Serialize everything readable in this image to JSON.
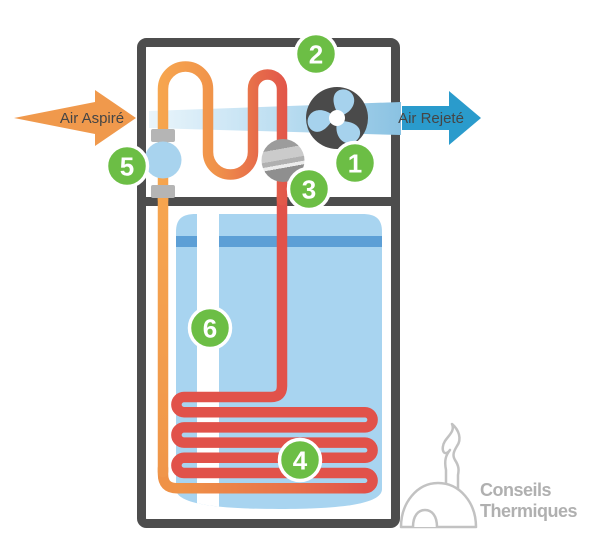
{
  "diagram": {
    "title_hidden": "",
    "air_in_label": "Air Aspiré",
    "air_out_label": "Air Rejeté",
    "badges": [
      {
        "number": "1"
      },
      {
        "number": "2"
      },
      {
        "number": "3"
      },
      {
        "number": "4"
      },
      {
        "number": "5"
      },
      {
        "number": "6"
      }
    ],
    "logo": {
      "line1": "Conseils",
      "line2": "Thermiques"
    },
    "colors": {
      "frame_gray": "#4d4d4d",
      "badge_green": "#6cbe45",
      "pipe_orange": "#f6a54f",
      "pipe_red": "#e1524a",
      "arrow_orange": "#f0994c",
      "arrow_blue": "#2a9bcc",
      "tank_blue": "#a8d4f0",
      "tank_stripe_blue": "#5c9fd6",
      "fan_blade_blue": "#a6d2ed",
      "logo_gray": "#b0b0b0"
    }
  }
}
